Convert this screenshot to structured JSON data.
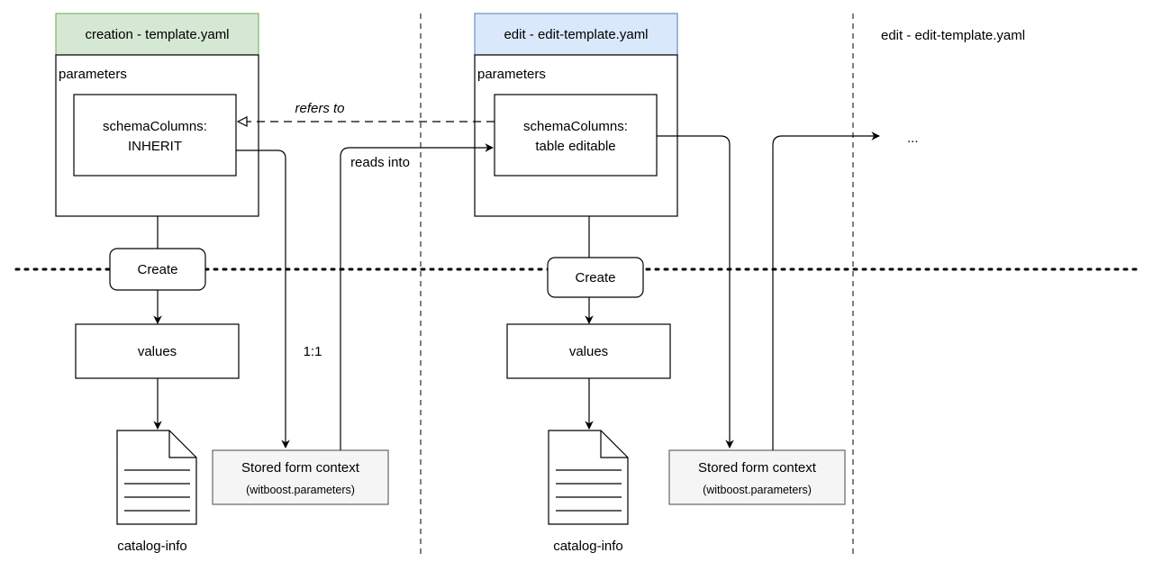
{
  "colors": {
    "green_fill": "#d5e8d4",
    "green_stroke": "#82b366",
    "blue_fill": "#dae8fc",
    "blue_stroke": "#6c8ebf",
    "context_fill": "#f5f5f5",
    "context_stroke": "#666666",
    "line": "#000000"
  },
  "creation": {
    "title": "creation - template.yaml",
    "parameters_label": "parameters",
    "schema_line1": "schemaColumns:",
    "schema_line2": "INHERIT",
    "create_label": "Create",
    "values_label": "values",
    "document_icon": "document-icon",
    "catalog_label": "catalog-info",
    "context_title": "Stored form context",
    "context_sub": "(witboost.parameters)"
  },
  "edit": {
    "title": "edit - edit-template.yaml",
    "parameters_label": "parameters",
    "schema_line1": "schemaColumns:",
    "schema_line2": "table editable",
    "create_label": "Create",
    "values_label": "values",
    "document_icon": "document-icon",
    "catalog_label": "catalog-info",
    "context_title": "Stored form context",
    "context_sub": "(witboost.parameters)"
  },
  "next": {
    "title": "edit - edit-template.yaml",
    "ellipsis": "..."
  },
  "edges": {
    "refers_to": "refers to",
    "reads_into": "reads into",
    "one_to_one": "1:1"
  }
}
